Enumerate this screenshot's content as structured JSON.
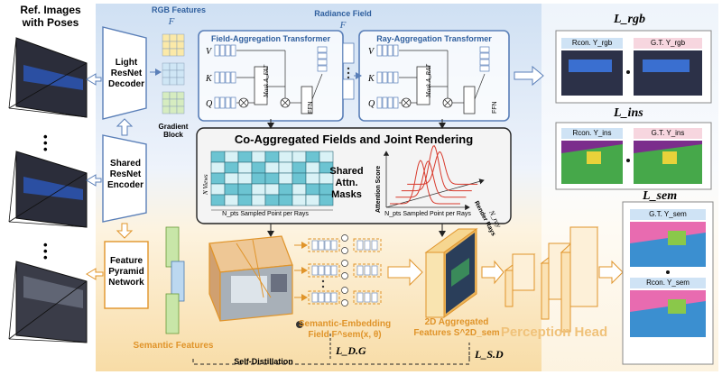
{
  "left": {
    "ref_title_1": "Ref. Images",
    "ref_title_2": "with Poses",
    "dots": "•\n•\n•"
  },
  "encoders": {
    "decoder": [
      "Light",
      "ResNet",
      "Decoder"
    ],
    "gradient_block": [
      "Gradient",
      "Block"
    ],
    "encoder": [
      "Shared",
      "ResNet",
      "Encoder"
    ],
    "fpn": [
      "Feature",
      "Pyramid",
      "Network"
    ]
  },
  "top": {
    "rgb_features": "RGB Features",
    "rgb_features_sym": "F",
    "radiance_field": "Radiance Field",
    "radiance_field_sym": "F",
    "fat_title": "Field-Aggregation Transformer",
    "rat_title": "Ray-Aggregation Transformer",
    "v": "V",
    "k": "K",
    "q": "Q",
    "mask_fat": "Mask A_FAT",
    "mask_rat": "Mask A_RAT",
    "ffn": "FFN"
  },
  "middle": {
    "title": "Co-Aggregated Fields and Joint Rendering",
    "n_views": "N Views",
    "n_pts": "N_pts Sampled Point per Rays",
    "shared_masks": [
      "Shared",
      "Attn.",
      "Masks"
    ],
    "attention_score": "Attention Score",
    "n_pts_2": "N_pts Sampled Point per Rays",
    "render_rays": "Render Rays",
    "n_ray": "N_ray"
  },
  "bottom": {
    "semantic_features": "Semantic Features",
    "semantic_field": "Semantic-Embedding",
    "semantic_field_2": "Field F^sem(x, θ)",
    "agg_features": "2D Aggregated",
    "agg_features_2": "Features S^2D_sem",
    "perception_head": "Perception Head",
    "self_distillation": "Self-Distillation",
    "loss_dg": "L_D.G",
    "loss_sd": "L_S.D"
  },
  "right": {
    "loss_rgb": "L_rgb",
    "loss_ins": "L_ins",
    "loss_sem": "L_sem",
    "rcon_rgb": "Rcon. Y_rgb",
    "gt_rgb": "G.T. Y_rgb",
    "rcon_ins": "Rcon. Y_ins",
    "gt_ins": "G.T. Y_ins",
    "gt_sem": "G.T. Y_sem",
    "rcon_sem": "Rcon. Y_sem"
  },
  "colors": {
    "blue": "#2f5f9e",
    "orange": "#e0942a",
    "cell_light": "#d9f2f6",
    "cell_dark": "#6cc4d2",
    "red_curve": "#d83a2c"
  }
}
